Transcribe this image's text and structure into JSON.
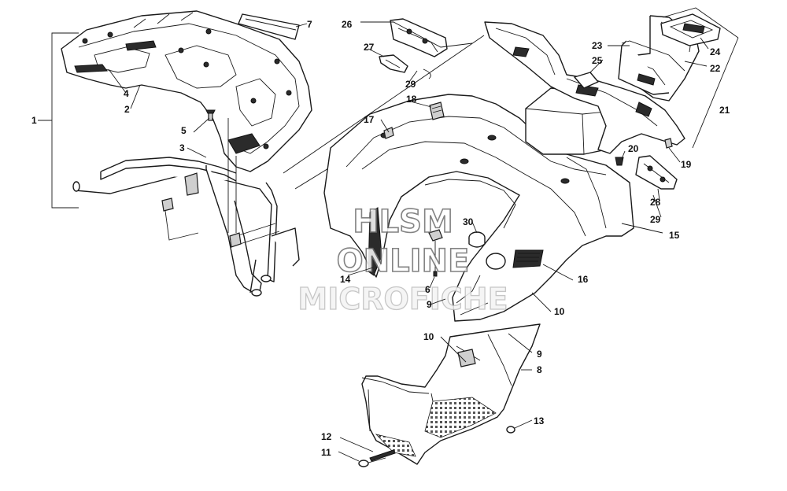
{
  "watermark": {
    "line1": "HLSM",
    "line2": "ONLINE",
    "line3": "MICROFICHE"
  },
  "callouts": [
    {
      "id": "c1",
      "label": "1"
    },
    {
      "id": "c2",
      "label": "2"
    },
    {
      "id": "c3",
      "label": "3"
    },
    {
      "id": "c4",
      "label": "4"
    },
    {
      "id": "c5",
      "label": "5"
    },
    {
      "id": "c6",
      "label": "6"
    },
    {
      "id": "c7",
      "label": "7"
    },
    {
      "id": "c8",
      "label": "8"
    },
    {
      "id": "c9a",
      "label": "9"
    },
    {
      "id": "c9b",
      "label": "9"
    },
    {
      "id": "c10a",
      "label": "10"
    },
    {
      "id": "c10b",
      "label": "10"
    },
    {
      "id": "c11",
      "label": "11"
    },
    {
      "id": "c12",
      "label": "12"
    },
    {
      "id": "c13",
      "label": "13"
    },
    {
      "id": "c14",
      "label": "14"
    },
    {
      "id": "c15",
      "label": "15"
    },
    {
      "id": "c16",
      "label": "16"
    },
    {
      "id": "c17",
      "label": "17"
    },
    {
      "id": "c18",
      "label": "18"
    },
    {
      "id": "c19",
      "label": "19"
    },
    {
      "id": "c20",
      "label": "20"
    },
    {
      "id": "c21",
      "label": "21"
    },
    {
      "id": "c22",
      "label": "22"
    },
    {
      "id": "c23",
      "label": "23"
    },
    {
      "id": "c24",
      "label": "24"
    },
    {
      "id": "c25",
      "label": "25"
    },
    {
      "id": "c26",
      "label": "26"
    },
    {
      "id": "c27",
      "label": "27"
    },
    {
      "id": "c28",
      "label": "28"
    },
    {
      "id": "c29a",
      "label": "29"
    },
    {
      "id": "c29b",
      "label": "29"
    },
    {
      "id": "c30",
      "label": "30"
    }
  ]
}
